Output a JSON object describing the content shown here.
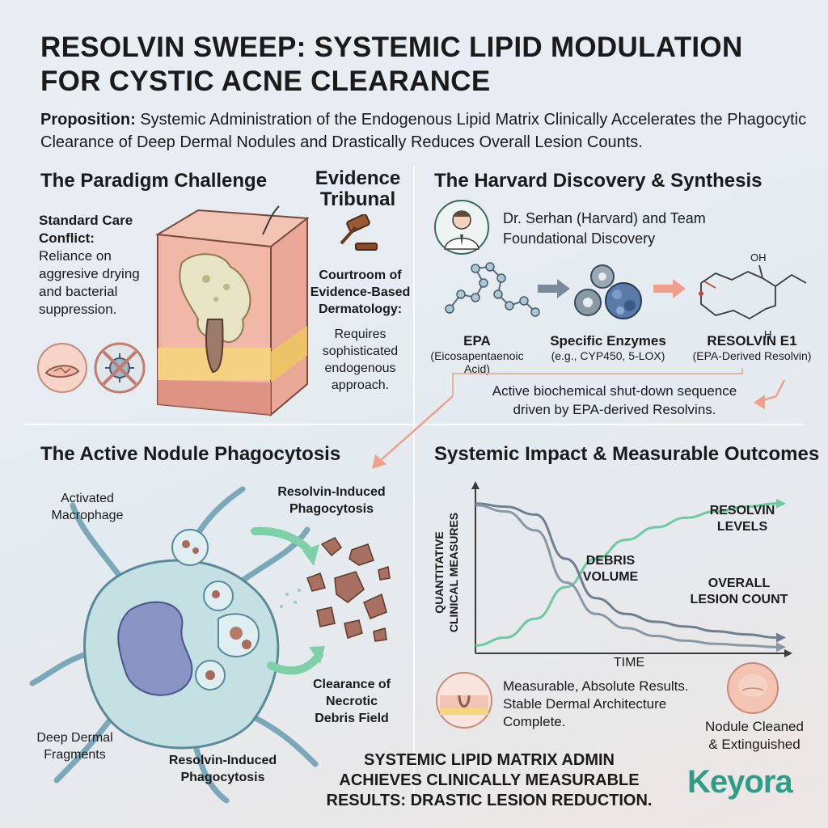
{
  "title": {
    "line1": "RESOLVIN SWEEP: SYSTEMIC LIPID MODULATION",
    "line2": "FOR CYSTIC ACNE CLEARANCE"
  },
  "proposition": {
    "label": "Proposition:",
    "text": "Systemic Administration of the Endogenous Lipid Matrix Clinically Accelerates the Phagocytic Clearance of Deep Dermal Nodules and Drastically Reduces Overall Lesion Counts."
  },
  "paradigm": {
    "heading": "The Paradigm Challenge",
    "conflict_label": "Standard Care Conflict:",
    "conflict_text": "Reliance on aggresive drying and bacterial suppression."
  },
  "tribunal": {
    "heading_line1": "Evidence",
    "heading_line2": "Tribunal",
    "court_label": "Courtroom of Evidence-Based Dermatology:",
    "court_text": "Requires sophisticated endogenous approach."
  },
  "harvard": {
    "heading": "The Harvard Discovery & Synthesis",
    "scientist_line1": "Dr. Serhan (Harvard) and Team",
    "scientist_line2": "Foundational Discovery",
    "oh_label": "OH",
    "h_label": "H",
    "steps": [
      {
        "name": "EPA",
        "sub": "(Eicosapentaenoic Acid)"
      },
      {
        "name": "Specific Enzymes",
        "sub": "(e.g., CYP450, 5-LOX)"
      },
      {
        "name": "RESOLVIN E1",
        "sub": "(EPA-Derived Resolvin)"
      }
    ],
    "sequence_line1": "Active biochemical shut-down sequence",
    "sequence_line2": "driven by EPA-derived Resolvins."
  },
  "phagocytosis": {
    "heading": "The Active Nodule Phagocytosis",
    "activated_line1": "Activated",
    "activated_line2": "Macrophage",
    "induced_top_line1": "Resolvin-Induced",
    "induced_top_line2": "Phagocytosis",
    "clearance_line1": "Clearance of",
    "clearance_line2": "Necrotic",
    "clearance_line3": "Debris Field",
    "fragments_line1": "Deep Dermal",
    "fragments_line2": "Fragments",
    "induced_bottom_line1": "Resolvin-Induced",
    "induced_bottom_line2": "Phagocytosis"
  },
  "impact": {
    "heading": "Systemic Impact & Measurable Outcomes",
    "result_line1": "Measurable, Absolute Results.",
    "result_line2": "Stable Dermal Architecture",
    "result_line3": "Complete.",
    "nodule_line1": "Nodule Cleaned",
    "nodule_line2": "& Extinguished"
  },
  "chart_data": {
    "type": "line",
    "xlabel": "TIME",
    "ylabel": "QUANTITATIVE CLINICAL MEASURES",
    "x": [
      0,
      1,
      2,
      3,
      4,
      5,
      6,
      7,
      8,
      9,
      10
    ],
    "series": [
      {
        "name": "RESOLVIN LEVELS",
        "color": "#6cc9a0",
        "values": [
          5,
          10,
          22,
          42,
          60,
          72,
          80,
          86,
          90,
          93,
          95
        ]
      },
      {
        "name": "DEBRIS VOLUME",
        "color": "#6f7f8f",
        "values": [
          95,
          93,
          88,
          60,
          35,
          25,
          20,
          17,
          14,
          12,
          10
        ]
      },
      {
        "name": "OVERALL LESION COUNT",
        "color": "#8a98a6",
        "values": [
          94,
          90,
          78,
          45,
          25,
          16,
          11,
          8,
          6,
          5,
          4
        ]
      }
    ],
    "label_series_1_line1": "RESOLVIN",
    "label_series_1_line2": "LEVELS",
    "label_series_2_line1": "DEBRIS",
    "label_series_2_line2": "VOLUME",
    "label_series_3_line1": "OVERALL",
    "label_series_3_line2": "LESION COUNT",
    "ylabel_line1": "QUANTITATIVE",
    "ylabel_line2": "CLINICAL MEASURES",
    "ylim": [
      0,
      100
    ],
    "grid": false
  },
  "footer": {
    "line1": "SYSTEMIC LIPID MATRIX ADMIN",
    "line2": "ACHIEVES CLINICALLY MEASURABLE",
    "line3": "RESULTS: DRASTIC LESION REDUCTION."
  },
  "brand": {
    "name": "Keyora",
    "color": "#2e9c86"
  },
  "colors": {
    "accent_red": "#f0a08a",
    "teal": "#6cc9a0",
    "gray_curve": "#6f7f8f"
  }
}
